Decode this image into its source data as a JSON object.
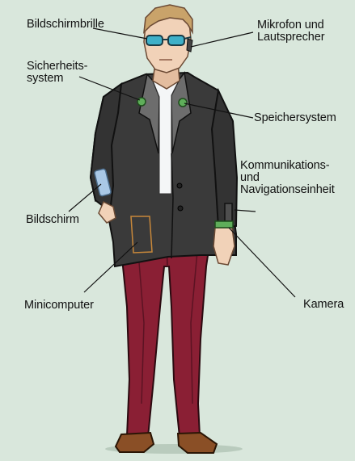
{
  "labels": {
    "bildschirmbrille": "Bildschirmbrille",
    "mikrofon": [
      "Mikrofon und",
      "Lautsprecher"
    ],
    "sicherheit": [
      "Sicherheits-",
      "system"
    ],
    "speicher": "Speichersystem",
    "kommunikation": [
      "Kommunikations-",
      "und",
      "Navigationseinheit"
    ],
    "bildschirm": "Bildschirm",
    "minicomputer": "Minicomputer",
    "kamera": "Kamera"
  },
  "colors": {
    "background": "#d9e7dc",
    "jacket": "#3a3a3a",
    "lapel": "#6d6d6d",
    "shirt": "#f4f6f7",
    "trousers": "#8a1f34",
    "skin": "#f1d2b8",
    "hair": "#c9a36a",
    "shoes": "#8a4f26",
    "device_green": "#5fae5a",
    "screen": "#a9c8e6"
  }
}
